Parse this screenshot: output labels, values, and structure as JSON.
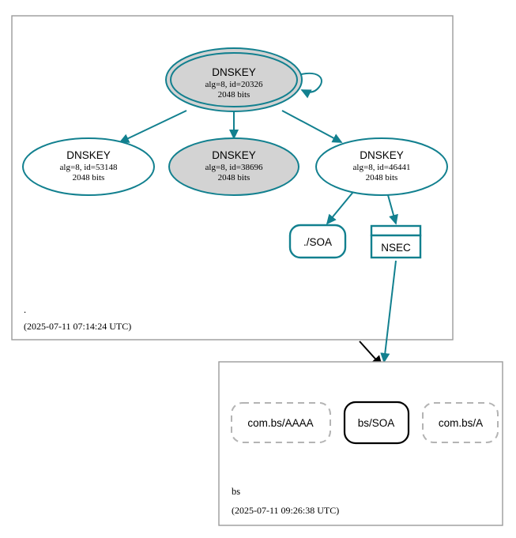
{
  "diagram": {
    "kind": "dnssec-authentication-chain",
    "colors": {
      "secure_teal": "#12808f",
      "cluster_border": "#9b9b9b",
      "node_gray_fill": "#d3d3d3",
      "insecure_gray": "#b4b4b4",
      "black": "#000000",
      "background": "#ffffff"
    }
  },
  "zones": [
    {
      "id": "root",
      "name": ".",
      "timestamp": "(2025-07-11 07:14:24 UTC)"
    },
    {
      "id": "bs",
      "name": "bs",
      "timestamp": "(2025-07-11 09:26:38 UTC)"
    }
  ],
  "root_zone": {
    "keys": [
      {
        "id": "ksk-20326",
        "type": "DNSKEY",
        "meta": "alg=8, id=20326",
        "size": "2048 bits",
        "shape": "doublecircle",
        "fill": "gray",
        "self_signed": true
      },
      {
        "id": "zsk-53148",
        "type": "DNSKEY",
        "meta": "alg=8, id=53148",
        "size": "2048 bits",
        "shape": "ellipse",
        "fill": "white",
        "self_signed": false
      },
      {
        "id": "zsk-38696",
        "type": "DNSKEY",
        "meta": "alg=8, id=38696",
        "size": "2048 bits",
        "shape": "ellipse",
        "fill": "gray",
        "self_signed": false
      },
      {
        "id": "zsk-46441",
        "type": "DNSKEY",
        "meta": "alg=8, id=46441",
        "size": "2048 bits",
        "shape": "ellipse",
        "fill": "white",
        "self_signed": false
      }
    ],
    "rrsets": [
      {
        "id": "root-soa",
        "label": "./SOA",
        "shape": "rounded-rect",
        "style": "secure-teal"
      },
      {
        "id": "root-nsec",
        "label": "NSEC",
        "shape": "record-box",
        "style": "secure-teal"
      }
    ]
  },
  "bs_zone": {
    "rrsets": [
      {
        "id": "com-bs-aaaa",
        "label": "com.bs/AAAA",
        "shape": "rounded-rect",
        "style": "insecure-dashed"
      },
      {
        "id": "bs-soa",
        "label": "bs/SOA",
        "shape": "rounded-rect",
        "style": "bogus-black"
      },
      {
        "id": "com-bs-a",
        "label": "com.bs/A",
        "shape": "rounded-rect",
        "style": "insecure-dashed"
      }
    ]
  },
  "edges": [
    {
      "id": "e-ksk-self",
      "from": "ksk-20326",
      "to": "ksk-20326",
      "color": "teal"
    },
    {
      "id": "e-ksk-53148",
      "from": "ksk-20326",
      "to": "zsk-53148",
      "color": "teal"
    },
    {
      "id": "e-ksk-38696",
      "from": "ksk-20326",
      "to": "zsk-38696",
      "color": "teal"
    },
    {
      "id": "e-ksk-46441",
      "from": "ksk-20326",
      "to": "zsk-46441",
      "color": "teal"
    },
    {
      "id": "e-46441-soa",
      "from": "zsk-46441",
      "to": "root-soa",
      "color": "teal"
    },
    {
      "id": "e-46441-nsec",
      "from": "zsk-46441",
      "to": "root-nsec",
      "color": "teal"
    },
    {
      "id": "e-nsec-bs",
      "from": "root-nsec",
      "to": "bs-soa",
      "color": "teal"
    },
    {
      "id": "e-bs-delegation",
      "from": "root-nsec",
      "to": "bs-soa",
      "color": "black"
    }
  ]
}
